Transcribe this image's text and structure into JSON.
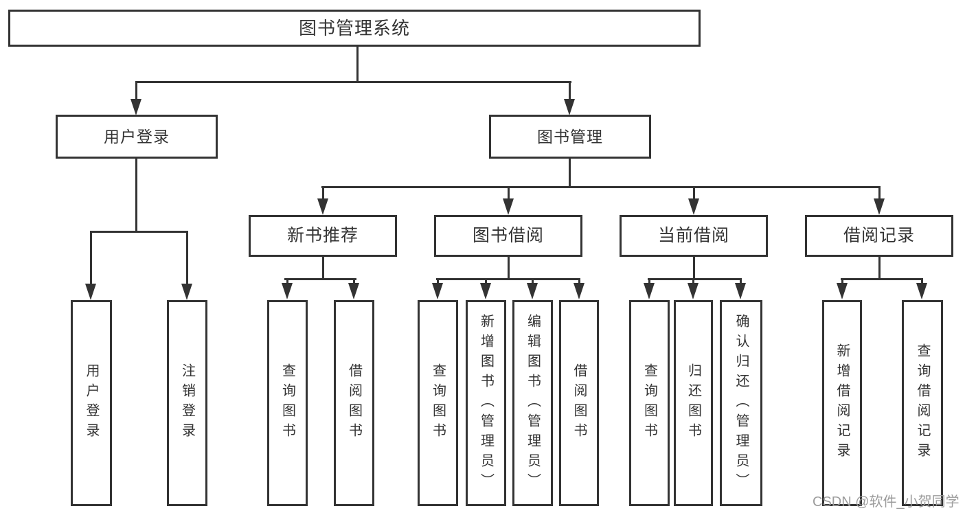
{
  "root": {
    "label": "图书管理系统"
  },
  "branches": {
    "user": {
      "label": "用户登录",
      "children": [
        {
          "label": "用户登录"
        },
        {
          "label": "注销登录"
        }
      ]
    },
    "mgmt": {
      "label": "图书管理",
      "children": [
        {
          "label": "新书推荐",
          "children": [
            {
              "label": "查询图书"
            },
            {
              "label": "借阅图书"
            }
          ]
        },
        {
          "label": "图书借阅",
          "children": [
            {
              "label": "查询图书"
            },
            {
              "label": "新增图书（管理员）"
            },
            {
              "label": "编辑图书（管理员）"
            },
            {
              "label": "借阅图书"
            }
          ]
        },
        {
          "label": "当前借阅",
          "children": [
            {
              "label": "查询图书"
            },
            {
              "label": "归还图书"
            },
            {
              "label": "确认归还（管理员）"
            }
          ]
        },
        {
          "label": "借阅记录",
          "children": [
            {
              "label": "新增借阅记录"
            },
            {
              "label": "查询借阅记录"
            }
          ]
        }
      ]
    }
  },
  "watermark": {
    "text": "CSDN @软件_小贺同学"
  },
  "colors": {
    "line": "#333333",
    "text": "#333333",
    "background": "#ffffff",
    "watermark": "#9c9c9c"
  }
}
